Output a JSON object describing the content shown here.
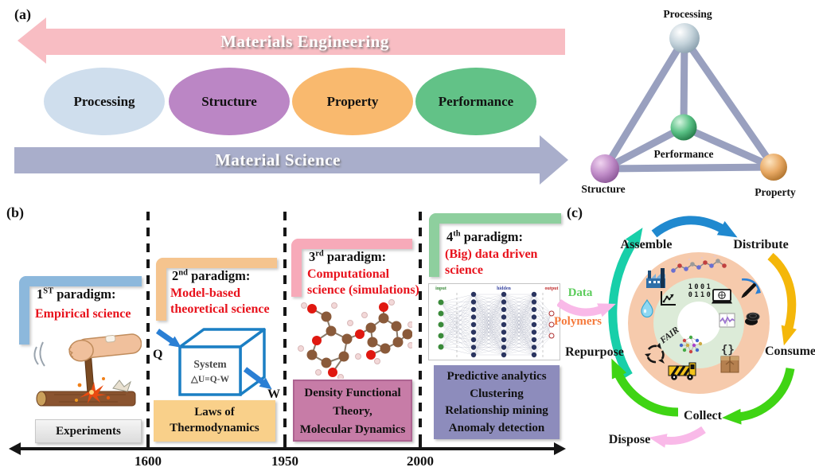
{
  "panel_a": {
    "label": "(a)",
    "top_arrow": "Materials Engineering",
    "bottom_arrow": "Material Science",
    "ellipses": [
      {
        "label": "Processing"
      },
      {
        "label": "Structure"
      },
      {
        "label": "Property"
      },
      {
        "label": "Performance"
      }
    ],
    "tetrahedron": {
      "top": "Processing",
      "center": "Performance",
      "bottom_left": "Structure",
      "bottom_right": "Property"
    }
  },
  "panel_b": {
    "label": "(b)",
    "paradigms": [
      {
        "num": "1",
        "sup": "ST",
        "rest": " paradigm:",
        "subtitle_lines": [
          "Empirical science"
        ],
        "caption_lines": [
          "Experiments"
        ]
      },
      {
        "num": "2",
        "sup": "nd",
        "rest": " paradigm:",
        "subtitle_lines": [
          "Model-based",
          "theoretical science"
        ],
        "caption_lines": [
          "Laws of",
          "Thermodynamics"
        ]
      },
      {
        "num": "3",
        "sup": "rd",
        "rest": " paradigm:",
        "subtitle_lines": [
          "Computational",
          "science (simulations)"
        ],
        "caption_lines": [
          "Density Functional",
          "Theory,",
          "Molecular Dynamics"
        ]
      },
      {
        "num": "4",
        "sup": "th",
        "rest": " paradigm:",
        "subtitle_lines": [
          "(Big) data driven",
          "science"
        ],
        "caption_lines": [
          "Predictive analytics",
          "Clustering",
          "Relationship mining",
          "Anomaly detection"
        ]
      }
    ],
    "cube": {
      "system": "System",
      "equation": "△U=Q-W",
      "q_label": "Q",
      "w_label": "W"
    },
    "nn": {
      "input": "input",
      "hidden": "hidden",
      "output": "output"
    },
    "timeline": [
      "1600",
      "1950",
      "2000"
    ]
  },
  "panel_c": {
    "label": "(c)",
    "stages": [
      "Assemble",
      "Distribute",
      "Consume",
      "Collect",
      "Dispose",
      "Repurpose"
    ],
    "inputs": {
      "data": "Data",
      "polymers": "Polymers"
    },
    "center": {
      "fair": "FAIR",
      "binary": [
        "1001",
        "0110"
      ],
      "braces": "{}"
    }
  },
  "colors": {
    "red_text": "#e8121c",
    "panel_a": {
      "top_arrow": "#f8bdc3",
      "bottom_arrow": "#a9aecb",
      "ellipse_processing": "#cfdeed",
      "ellipse_structure": "#bb86c5",
      "ellipse_property": "#f9b96e",
      "ellipse_performance": "#62c287",
      "tetra_bar": "#99a0bf"
    },
    "panel_b": {
      "bracket_1": "#8cb8dc",
      "bracket_2": "#f5c48e",
      "bracket_3": "#f7aab9",
      "bracket_4": "#8ecf9e",
      "box_1": "#e9e9e9",
      "box_2": "#f9d08a",
      "box_3": "#c77ca7",
      "box_4": "#8d8cbc",
      "cube_blue": "#1b7fc4"
    },
    "panel_c": {
      "ring_outer": "#f6caac",
      "ring_inner": "#dcebd8",
      "arrow_blue": "#2089cf",
      "arrow_yellow": "#f4b70a",
      "arrow_green": "#3fd414",
      "arrow_teal": "#18cfa9",
      "arrow_pink": "#f9b9e8",
      "data_text": "#5ccc5c",
      "polymers_text": "#f5793b"
    }
  }
}
